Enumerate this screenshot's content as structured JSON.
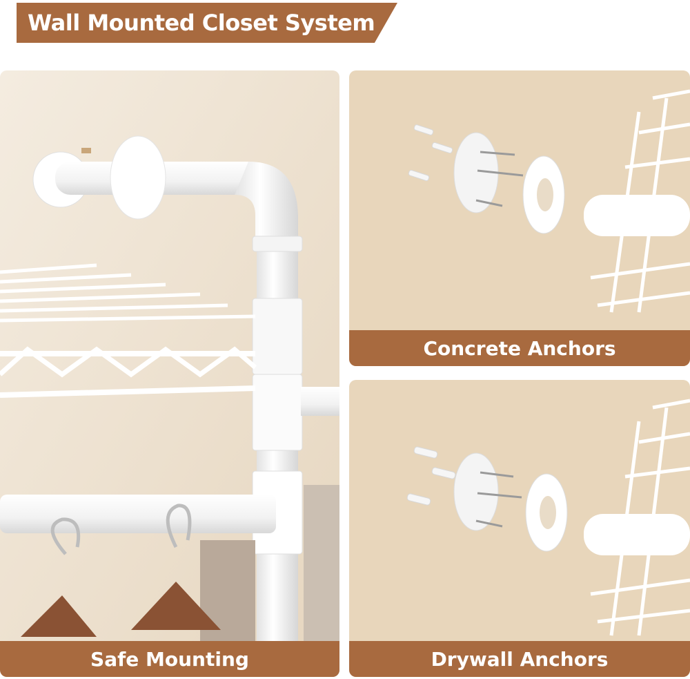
{
  "banner": {
    "title": "Wall Mounted Closet System"
  },
  "panels": {
    "left": {
      "caption": "Safe Mounting"
    },
    "top_right": {
      "caption": "Concrete Anchors"
    },
    "bottom_right": {
      "caption": "Drywall Anchors"
    }
  },
  "colors": {
    "accent": "#a86a3f",
    "wall": "#efe4d2",
    "wall_dark": "#e2cfb3",
    "fixture": "#ffffff",
    "wood": "#8a5234"
  }
}
